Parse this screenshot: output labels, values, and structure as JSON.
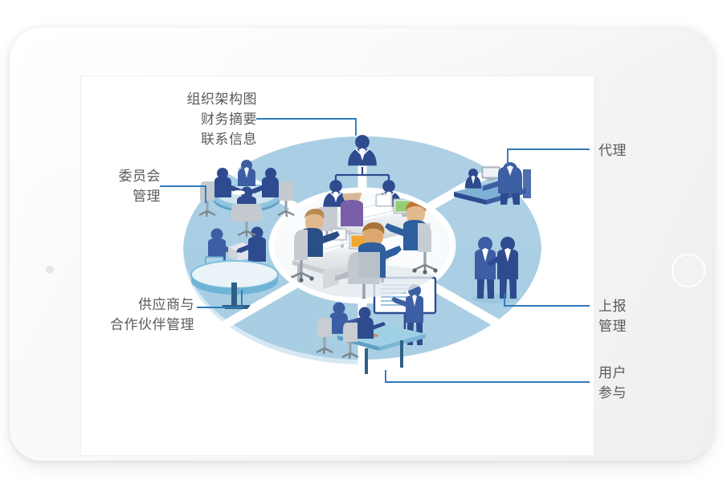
{
  "device": {
    "type": "tablet",
    "home_button": "home-button",
    "camera": "front-camera"
  },
  "diagram": {
    "type": "hub-and-spoke donut",
    "center": {
      "name": "central-office-scene",
      "description": "open-plan office workspace with four employees at desks"
    },
    "colors": {
      "segment_fill": "#aacfe4",
      "segment_fill_alt": "#b6d6e8",
      "inner_ellipse": "#ffffff",
      "connector_line": "#2f7ab8",
      "label_text": "#5a5a5a",
      "figure_dark": "#3b5998",
      "figure_navy": "#2f4b8f",
      "screen_bg": "#ffffff"
    },
    "segments": [
      {
        "id": "top",
        "icon": "org-chart-icon",
        "label_lines": [
          "组织架构图",
          "财务摘要",
          "联系信息"
        ],
        "label_align": "right"
      },
      {
        "id": "top-right",
        "icon": "desk-agent-icon",
        "label_lines": [
          "代理"
        ],
        "label_align": "left"
      },
      {
        "id": "bottom-right",
        "icon": "two-people-discussion-icon",
        "label_lines": [
          "上报",
          "管理"
        ],
        "label_align": "left"
      },
      {
        "id": "bottom",
        "icon": "presentation-meeting-icon",
        "label_lines": [
          "用户",
          "参与"
        ],
        "label_align": "left"
      },
      {
        "id": "bottom-left",
        "icon": "handshake-table-icon",
        "label_lines": [
          "供应商与",
          "合作伙伴管理"
        ],
        "label_align": "right"
      },
      {
        "id": "top-left",
        "icon": "round-table-meeting-icon",
        "label_lines": [
          "委员会",
          "管理"
        ],
        "label_align": "right"
      }
    ]
  },
  "labels": {
    "org": {
      "l1": "组织架构图",
      "l2": "财务摘要",
      "l3": "联系信息"
    },
    "committee": {
      "l1": "委员会",
      "l2": "管理"
    },
    "agent": {
      "l1": "代理"
    },
    "escalation": {
      "l1": "上报",
      "l2": "管理"
    },
    "engagement": {
      "l1": "用户",
      "l2": "参与"
    },
    "supplier": {
      "l1": "供应商与",
      "l2": "合作伙伴管理"
    }
  }
}
